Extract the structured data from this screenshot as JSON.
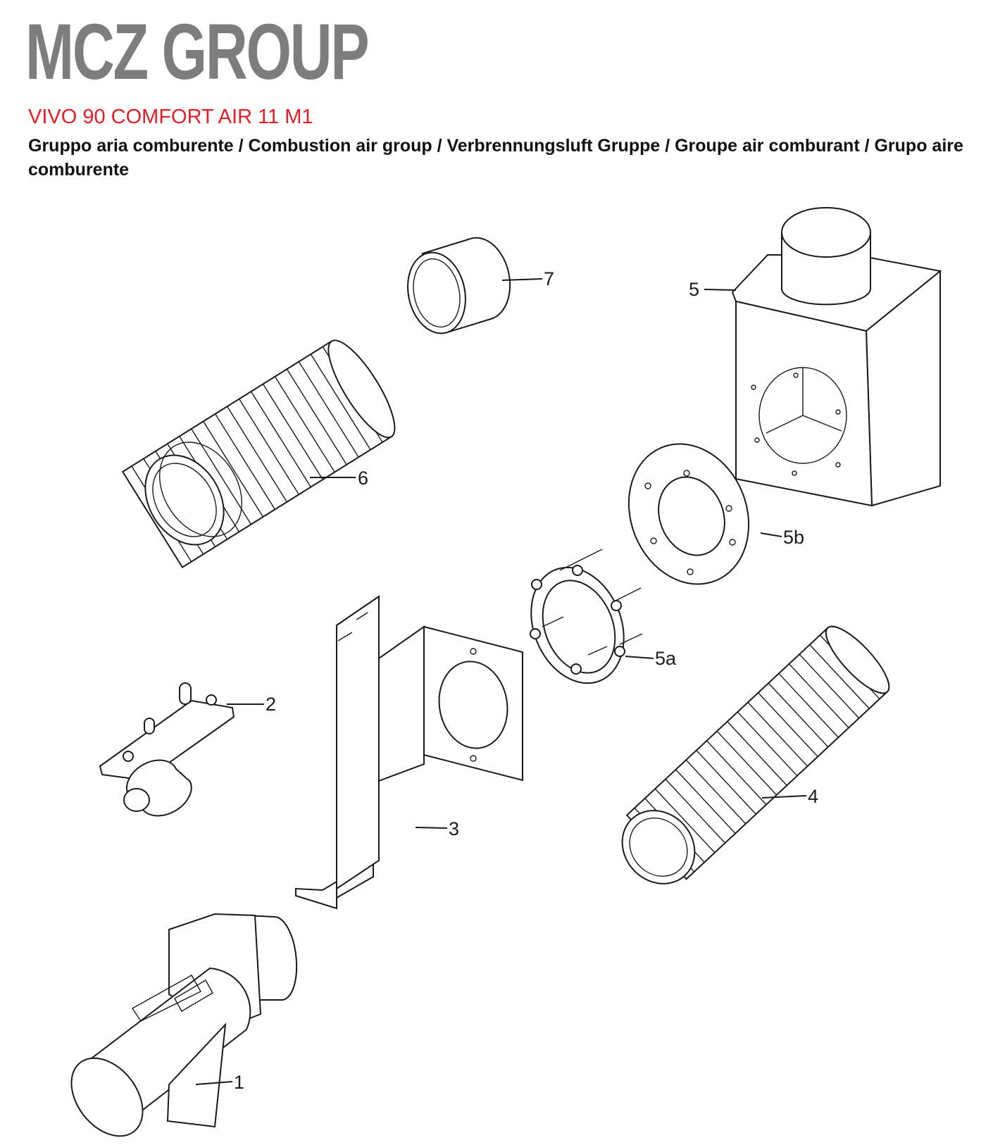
{
  "header": {
    "brand": "MCZ GROUP",
    "model": "VIVO 90 COMFORT AIR 11 M1",
    "subtitle": "Gruppo aria comburente / Combustion air group / Verbrennungsluft Gruppe / Groupe air comburant / Grupo aire comburente"
  },
  "parts": {
    "p1": "1",
    "p2": "2",
    "p3": "3",
    "p4": "4",
    "p5": "5",
    "p5a": "5a",
    "p5b": "5b",
    "p6": "6",
    "p7": "7"
  }
}
